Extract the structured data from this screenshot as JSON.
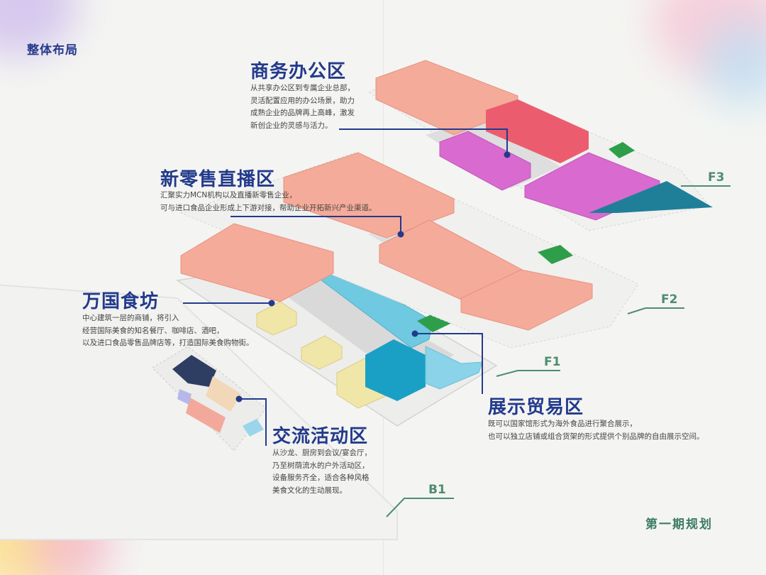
{
  "page_title": "整体布局",
  "footer": "第一期规划",
  "floors": [
    "F3",
    "F2",
    "F1",
    "B1"
  ],
  "colors": {
    "title_blue": "#233a8c",
    "floor_green": "#4e8c72",
    "office_pink": "#d96ad0",
    "office_red": "#eb5d6e",
    "retail_salmon": "#f5ab99",
    "exhibit_blue": "#6fc9e0",
    "exhibit_teal": "#1aa0c4",
    "food_yellow": "#f0e6a8",
    "accent_green": "#2e9e4a",
    "navy": "#2d3e62"
  },
  "zones": [
    {
      "key": "office",
      "title": "商务办公区",
      "desc": "从共享办公区到专属企业总部，\n灵活配置应用的办公场景，助力\n成熟企业的品牌再上高峰，激发\n新创企业的灵感与活力。"
    },
    {
      "key": "retail",
      "title": "新零售直播区",
      "desc": "汇聚实力MCN机构以及直播新零售企业，\n可与进口食品企业形成上下游对接，帮助企业开拓新兴产业渠道。"
    },
    {
      "key": "food",
      "title": "万国食坊",
      "desc": "中心建筑一层的商铺，将引入\n经营国际美食的知名餐厅、咖啡店、酒吧，\n以及进口食品零售品牌店等，打造国际美食购物街。"
    },
    {
      "key": "exhibit",
      "title": "展示贸易区",
      "desc": "既可以国家馆形式为海外食品进行聚合展示，\n也可以独立店铺或组合货架的形式提供个别品牌的自由展示空间。"
    },
    {
      "key": "exchange",
      "title": "交流活动区",
      "desc": "从沙龙、厨房到会议/宴会厅，\n乃至树荫流水的户外活动区，\n设备服务齐全，适合各种风格\n美食文化的生动展现。"
    }
  ]
}
